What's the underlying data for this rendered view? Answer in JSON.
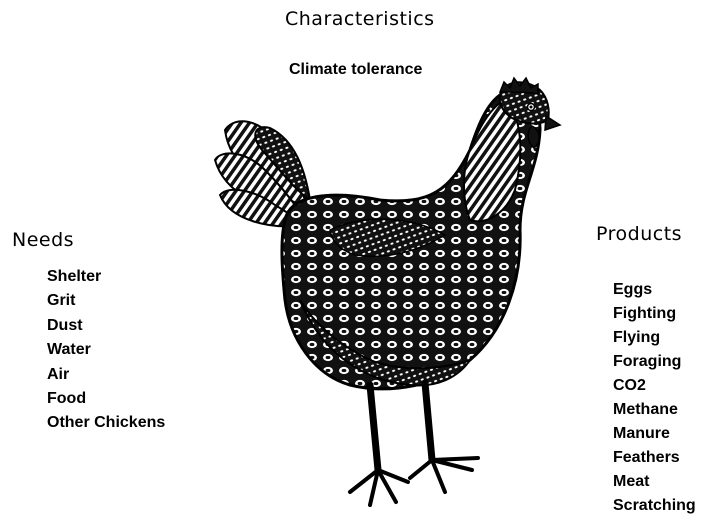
{
  "title": "Characteristics",
  "subtitle": "Climate tolerance",
  "needs": {
    "heading": "Needs",
    "items": [
      "Shelter",
      "Grit",
      "Dust",
      "Water",
      "Air",
      "Food",
      "Other Chickens"
    ]
  },
  "products": {
    "heading": "Products",
    "items": [
      "Eggs",
      "Fighting",
      "Flying",
      "Foraging",
      "CO2",
      "Methane",
      "Manure",
      "Feathers",
      "Meat",
      "Scratching"
    ]
  }
}
